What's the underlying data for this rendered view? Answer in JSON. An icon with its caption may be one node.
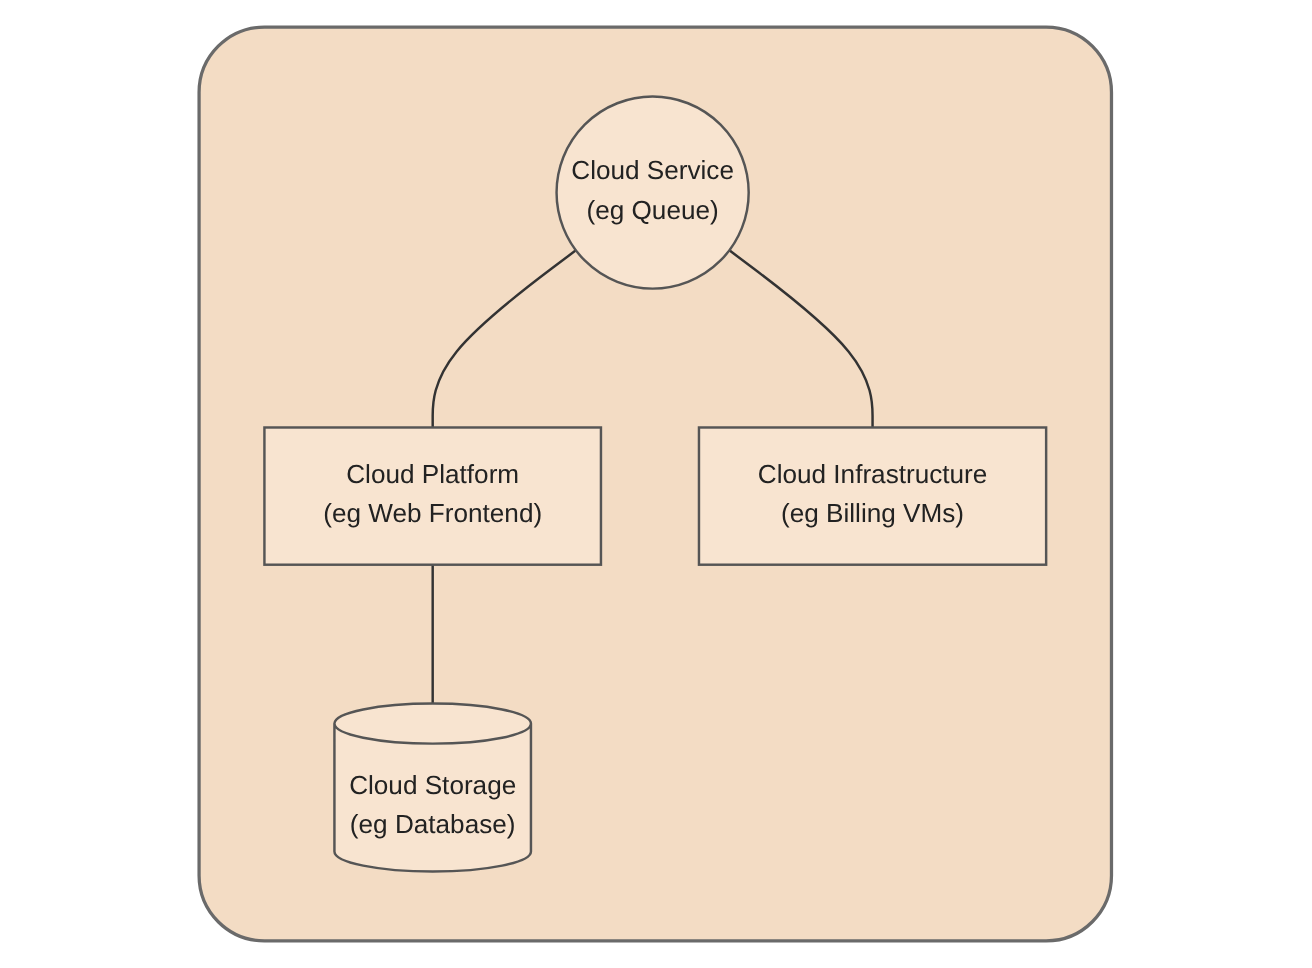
{
  "diagram": {
    "nodes": [
      {
        "text": [],
        "shape": "cloud"
      },
      {
        "text": [
          "Cloud Service",
          "(eg Queue)"
        ],
        "in": 0
      },
      {
        "text": [
          "Cloud Platform",
          "(eg Web Frontend)"
        ],
        "in": 0
      },
      {
        "text": [
          "Cloud Infrastructure",
          "(eg Billing VMs)"
        ],
        "in": 0
      },
      {
        "text": [
          "Cloud Storage",
          "(eg Database)"
        ],
        "in": 0
      }
    ],
    "edges": [
      {
        "from": 1,
        "to": 2,
        "arrow": "none"
      },
      {
        "from": 1,
        "to": 3,
        "arrow": "none"
      },
      {
        "from": 2,
        "to": 4,
        "arrow": "none"
      }
    ]
  }
}
